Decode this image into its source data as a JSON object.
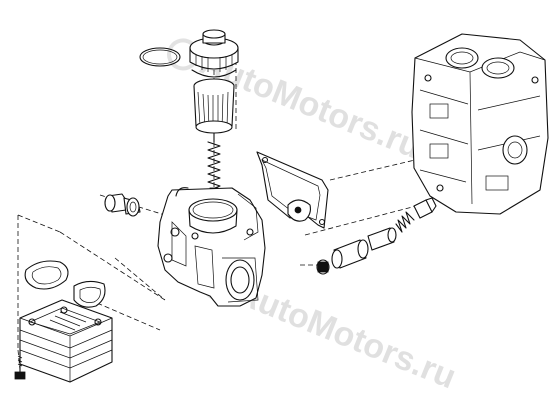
{
  "watermarks": [
    {
      "text": "AutoMotors.ru"
    },
    {
      "text": "AutoMotors.ru"
    }
  ],
  "parts": [
    {
      "name": "o-ring",
      "icon": "o-ring-icon"
    },
    {
      "name": "filter-cap",
      "icon": "cap-icon"
    },
    {
      "name": "filter-element",
      "icon": "filter-element-icon"
    },
    {
      "name": "spring",
      "icon": "spring-icon"
    },
    {
      "name": "gasket",
      "icon": "gasket-icon"
    },
    {
      "name": "filter-housing",
      "icon": "housing-icon"
    },
    {
      "name": "plug",
      "icon": "plug-icon"
    },
    {
      "name": "valve-assembly",
      "icon": "valve-icon"
    },
    {
      "name": "engine-block",
      "icon": "engine-block-icon"
    },
    {
      "name": "oil-cooler",
      "icon": "oil-cooler-icon"
    },
    {
      "name": "cooler-gaskets",
      "icon": "gasket-icon"
    },
    {
      "name": "bolt",
      "icon": "bolt-icon"
    }
  ]
}
